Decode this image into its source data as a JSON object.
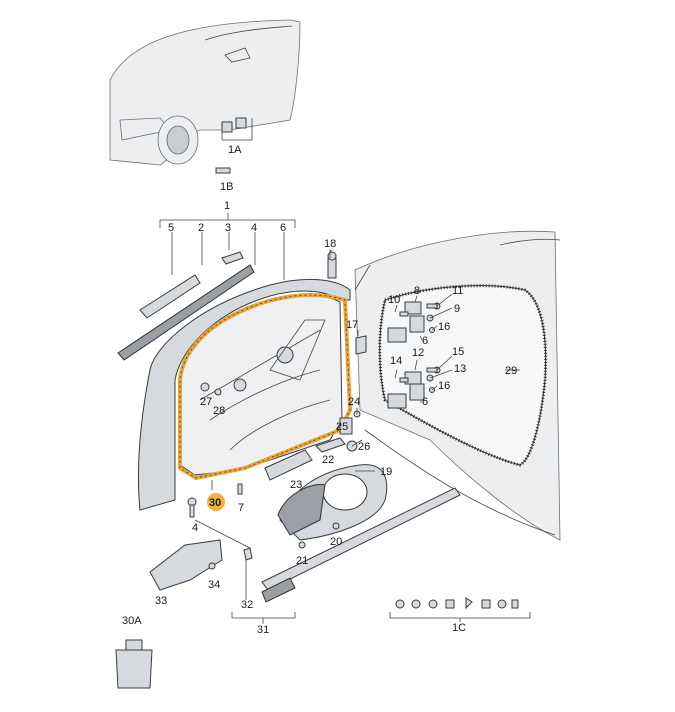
{
  "labels": {
    "l1A": "1A",
    "l1B": "1B",
    "l1": "1",
    "l5": "5",
    "l2": "2",
    "l3": "3",
    "l4a": "4",
    "l6a": "6",
    "l18": "18",
    "l10": "10",
    "l8": "8",
    "l11": "11",
    "l9": "9",
    "l16a": "16",
    "l17": "17",
    "l6b": "6",
    "l12": "12",
    "l14": "14",
    "l15": "15",
    "l13": "13",
    "l16b": "16",
    "l6c": "6",
    "l29": "29",
    "l27": "27",
    "l28": "28",
    "l24": "24",
    "l25": "25",
    "l26": "26",
    "l22": "22",
    "l19": "19",
    "l23": "23",
    "l30": "30",
    "l7": "7",
    "l4b": "4",
    "l20": "20",
    "l21": "21",
    "l33": "33",
    "l34": "34",
    "l32": "32",
    "l31": "31",
    "l30A": "30A",
    "l1C": "1C"
  },
  "colors": {
    "seal_highlight": "#e8a33a",
    "line": "#444444",
    "part_fill": "#d6d9dd"
  }
}
